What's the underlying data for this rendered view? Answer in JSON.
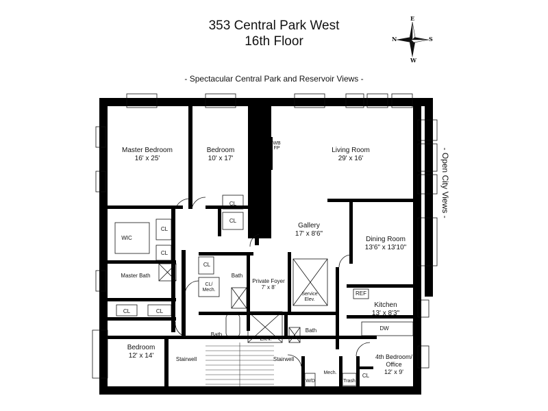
{
  "header": {
    "address": "353 Central Park West",
    "floor": "16th Floor",
    "views_top": "- Spectacular Central Park and Reservoir Views -",
    "views_side": "- Open City Views -"
  },
  "compass": {
    "n": "N",
    "e": "E",
    "s": "S",
    "w": "W"
  },
  "rooms": {
    "master_bedroom": {
      "name": "Master Bedroom",
      "size": "16' x 25'"
    },
    "bedroom_1": {
      "name": "Bedroom",
      "size": "10' x 17'"
    },
    "living_room": {
      "name": "Living Room",
      "size": "29' x 16'"
    },
    "gallery": {
      "name": "Gallery",
      "size": "17' x 8'6\""
    },
    "dining_room": {
      "name": "Dining Room",
      "size": "13'6\" x 13'10\""
    },
    "private_foyer": {
      "name": "Private Foyer",
      "size": "7' x 8'"
    },
    "kitchen": {
      "name": "Kitchen",
      "size": "13' x 8'3\""
    },
    "bedroom_2": {
      "name": "Bedroom",
      "size": "12' x 14'"
    },
    "bedroom_4": {
      "name": "4th Bedroom/",
      "name2": "Office",
      "size": "12' x 9'"
    }
  },
  "labels": {
    "wbfp": "WBFP",
    "wic": "WIC",
    "cl": "CL",
    "cl_mech_1": "CL/",
    "cl_mech_2": "Mech.",
    "master_bath": "Master Bath",
    "bath": "Bath",
    "service_elev_1": "Service",
    "service_elev_2": "Elev.",
    "elev": "Elev.",
    "ref": "REF",
    "dw": "DW",
    "stairwell": "Stairwell",
    "wd": "W/D",
    "mech": "Mech.",
    "trash": "Trash"
  }
}
